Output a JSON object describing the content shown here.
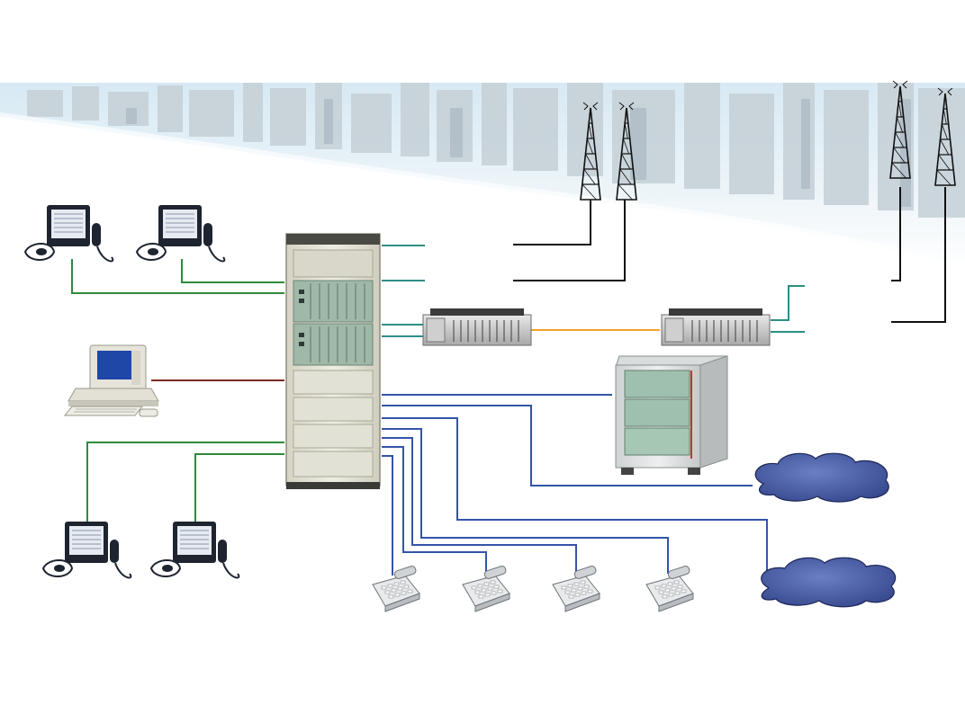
{
  "diagram": {
    "colors": {
      "background": "#ffffff",
      "sky": "#dfeef6",
      "city": "#c9d3da",
      "console_frame": "#1e2430",
      "console_screen": "#e6ebf2",
      "cabinet": "#e4e3d6",
      "cabinet_dark": "#bdbca9",
      "rack_panel": "#9fb8a8",
      "line_green": "#2f8a3e",
      "line_teal": "#2d8f86",
      "line_black": "#111111",
      "line_brown": "#7a2a22",
      "line_blue": "#3454a8",
      "line_orange": "#f0a22a",
      "cloud": "#4a5fa6",
      "pc_screen": "#1f47a8"
    },
    "nodes": [
      {
        "id": "central-switch-cabinet",
        "icon": "equipment-rack-icon"
      },
      {
        "id": "dispatch-console-1",
        "icon": "dispatch-console-icon"
      },
      {
        "id": "dispatch-console-2",
        "icon": "dispatch-console-icon"
      },
      {
        "id": "dispatch-console-3",
        "icon": "dispatch-console-icon"
      },
      {
        "id": "dispatch-console-4",
        "icon": "dispatch-console-icon"
      },
      {
        "id": "maintenance-pc",
        "icon": "desktop-computer-icon"
      },
      {
        "id": "multiplexer-a",
        "icon": "multiplexer-icon"
      },
      {
        "id": "multiplexer-b",
        "icon": "multiplexer-icon"
      },
      {
        "id": "remote-switch-cabinet",
        "icon": "server-cabinet-icon"
      },
      {
        "id": "radio-tower-1",
        "icon": "radio-tower-icon"
      },
      {
        "id": "radio-tower-2",
        "icon": "radio-tower-icon"
      },
      {
        "id": "radio-tower-3",
        "icon": "radio-tower-icon"
      },
      {
        "id": "radio-tower-4",
        "icon": "radio-tower-icon"
      },
      {
        "id": "network-cloud-1",
        "icon": "cloud-icon"
      },
      {
        "id": "network-cloud-2",
        "icon": "cloud-icon"
      },
      {
        "id": "desk-phone-1",
        "icon": "desk-phone-icon"
      },
      {
        "id": "desk-phone-2",
        "icon": "desk-phone-icon"
      },
      {
        "id": "desk-phone-3",
        "icon": "desk-phone-icon"
      },
      {
        "id": "desk-phone-4",
        "icon": "desk-phone-icon"
      }
    ]
  }
}
